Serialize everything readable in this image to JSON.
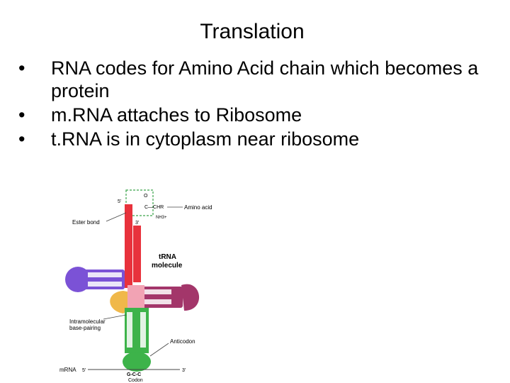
{
  "slide": {
    "title": "Translation",
    "bullets": [
      "RNA codes for Amino Acid chain which becomes a protein",
      "m.RNA attaches to Ribosome",
      "t.RNA is in cytoplasm near ribosome"
    ],
    "bullet_glyph": "•"
  },
  "diagram": {
    "title_line1": "tRNA",
    "title_line2": "molecule",
    "labels": {
      "five_prime_top": "5'",
      "three_prime_top": "3'",
      "ester_bond": "Ester bond",
      "amino_acid": "Amino acid",
      "o": "O",
      "chr": "C—CHR",
      "nh3": "NH3+",
      "intramolecular_1": "Intramolecular",
      "intramolecular_2": "base-pairing",
      "anticodon": "Anticodon",
      "mrna": "mRNA",
      "mrna_5": "5'",
      "mrna_3": "3'",
      "codon_bases": "G-C-C",
      "codon": "Codon"
    },
    "colors": {
      "acceptor_stem": "#e8323c",
      "d_arm": "#7b52d6",
      "t_arm": "#a3366a",
      "variable_loop": "#f0b84a",
      "anticodon_arm": "#3db34a",
      "dashed_box": "#3aa34a",
      "lines": "#444444"
    }
  }
}
